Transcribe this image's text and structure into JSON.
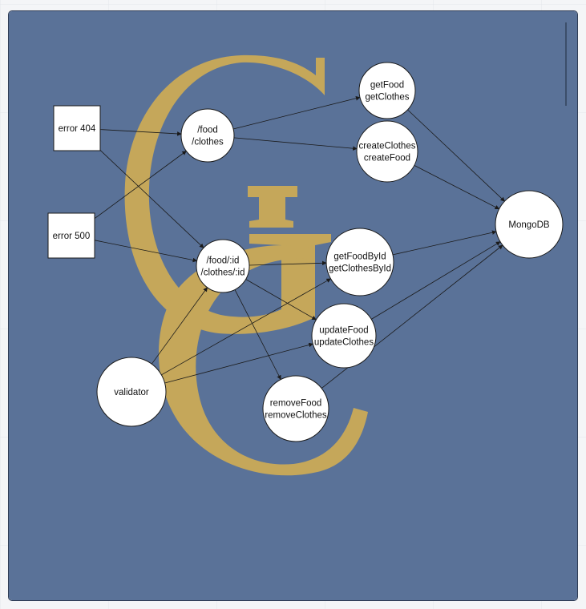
{
  "diagram": {
    "background_color": "#5a7298",
    "logo_color": "#c5a75a",
    "logo_letters": "GC",
    "nodes": {
      "error404": {
        "lines": [
          "error 404"
        ],
        "shape": "rect"
      },
      "error500": {
        "lines": [
          "error 500"
        ],
        "shape": "rect"
      },
      "foodRoute": {
        "lines": [
          "/food",
          "/clothes"
        ],
        "shape": "circle"
      },
      "idRoute": {
        "lines": [
          "/food/:id",
          "/clothes/:id"
        ],
        "shape": "circle"
      },
      "validator": {
        "lines": [
          "validator"
        ],
        "shape": "circle"
      },
      "getAll": {
        "lines": [
          "getFood",
          "getClothes"
        ],
        "shape": "circle"
      },
      "create": {
        "lines": [
          "createClothes",
          "createFood"
        ],
        "shape": "circle"
      },
      "getById": {
        "lines": [
          "getFoodById",
          "getClothesById"
        ],
        "shape": "circle"
      },
      "update": {
        "lines": [
          "updateFood",
          "updateClothes"
        ],
        "shape": "circle"
      },
      "remove": {
        "lines": [
          "removeFood",
          "removeClothes"
        ],
        "shape": "circle"
      },
      "mongo": {
        "lines": [
          "MongoDB"
        ],
        "shape": "circle"
      }
    },
    "edges": [
      {
        "from": "error404",
        "to": "foodRoute"
      },
      {
        "from": "error404",
        "to": "idRoute"
      },
      {
        "from": "error500",
        "to": "foodRoute"
      },
      {
        "from": "error500",
        "to": "idRoute"
      },
      {
        "from": "foodRoute",
        "to": "getAll"
      },
      {
        "from": "foodRoute",
        "to": "create"
      },
      {
        "from": "idRoute",
        "to": "getById"
      },
      {
        "from": "idRoute",
        "to": "update"
      },
      {
        "from": "idRoute",
        "to": "remove"
      },
      {
        "from": "validator",
        "to": "getById"
      },
      {
        "from": "validator",
        "to": "update"
      },
      {
        "from": "validator",
        "to": "idRoute"
      },
      {
        "from": "getAll",
        "to": "mongo"
      },
      {
        "from": "create",
        "to": "mongo"
      },
      {
        "from": "getById",
        "to": "mongo"
      },
      {
        "from": "update",
        "to": "mongo"
      },
      {
        "from": "remove",
        "to": "mongo"
      }
    ]
  }
}
